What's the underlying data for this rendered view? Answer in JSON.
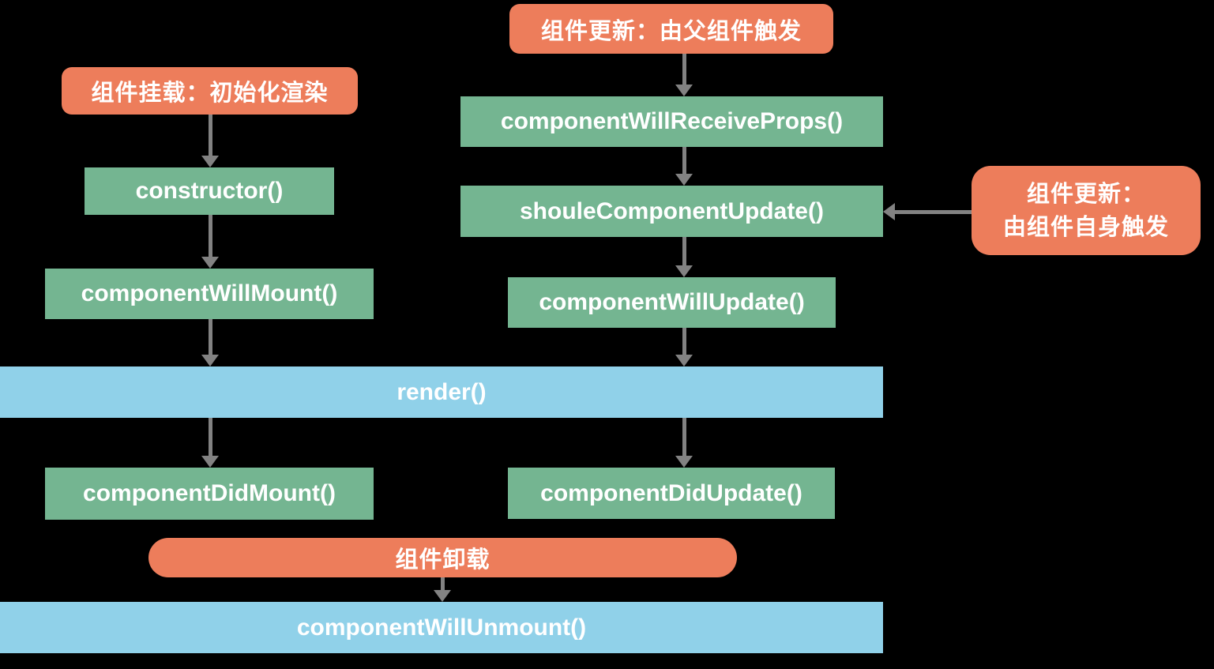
{
  "colors": {
    "background": "#000000",
    "orange": "#ED7D5B",
    "green": "#74B591",
    "blue": "#90D1E9",
    "arrow": "#828282",
    "text": "#FFFFFF"
  },
  "diagram": {
    "nodes": {
      "mount_label": "组件挂载：初始化渲染",
      "constructor_fn": "constructor()",
      "component_will_mount": "componentWillMount()",
      "render_fn": "render()",
      "component_did_mount": "componentDidMount()",
      "update_parent_label": "组件更新：由父组件触发",
      "component_will_receive_props": "componentWillReceiveProps()",
      "shoule_component_update": "shouleComponentUpdate()",
      "component_will_update": "componentWillUpdate()",
      "component_did_update": "componentDidUpdate()",
      "update_self_label_line1": "组件更新：",
      "update_self_label_line2": "由组件自身触发",
      "unmount_label": "组件卸载",
      "component_will_unmount": "componentWillUnmount()"
    }
  }
}
